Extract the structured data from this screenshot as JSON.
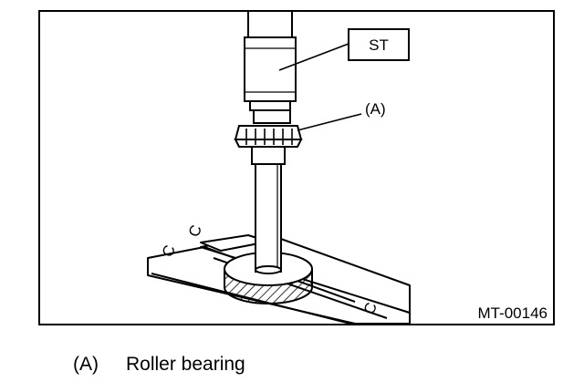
{
  "figure": {
    "callouts": {
      "st_label": "ST",
      "a_label": "(A)"
    },
    "figure_code": "MT-00146",
    "machining_marks": [
      "C",
      "C",
      "C"
    ]
  },
  "legend": {
    "items": [
      {
        "key": "(A)",
        "text": "Roller bearing"
      }
    ]
  }
}
